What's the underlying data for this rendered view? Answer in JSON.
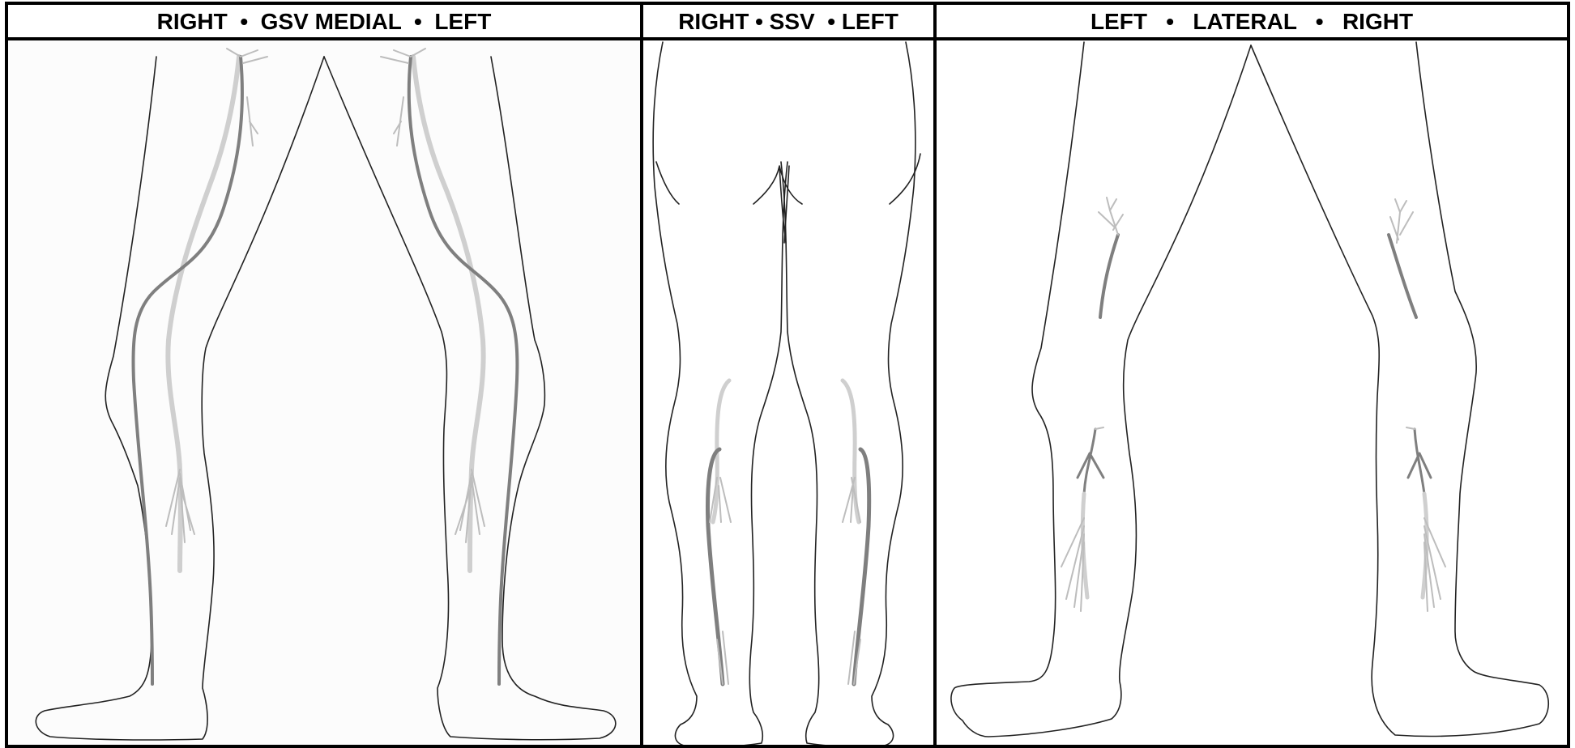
{
  "panels": [
    {
      "id": "gsv",
      "title": "RIGHT  •  GSV MEDIAL  •  LEFT"
    },
    {
      "id": "ssv",
      "title": "RIGHT • SSV  • LEFT"
    },
    {
      "id": "lateral",
      "title": "LEFT   •   LATERAL   •   RIGHT"
    }
  ],
  "colors": {
    "border": "#000000",
    "outline": "#222222",
    "vein_dark": "#7f7f7f",
    "vein_light": "#cfcfcf",
    "panel_bg": "#fcfcfc"
  }
}
